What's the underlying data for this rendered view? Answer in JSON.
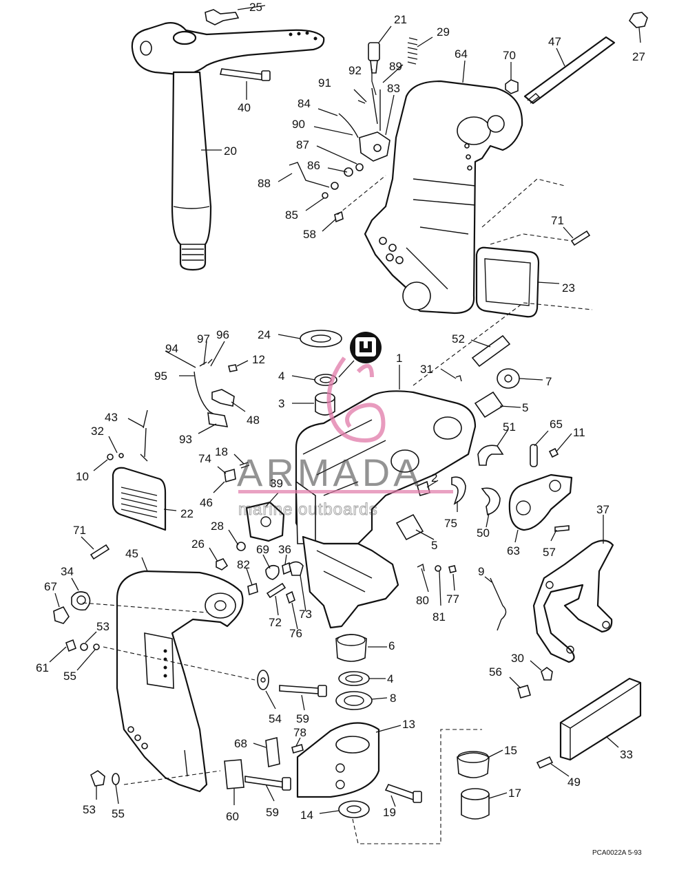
{
  "diagram": {
    "callouts": {
      "c1": "1",
      "c2": "2",
      "c3": "3",
      "c4a": "4",
      "c4b": "4",
      "c5a": "5",
      "c5b": "5",
      "c6": "6",
      "c7": "7",
      "c8": "8",
      "c9": "9",
      "c10": "10",
      "c11": "11",
      "c12": "12",
      "c13": "13",
      "c14": "14",
      "c15": "15",
      "c17": "17",
      "c18": "18",
      "c19": "19",
      "c20": "20",
      "c21": "21",
      "c22": "22",
      "c23": "23",
      "c24": "24",
      "c25": "25",
      "c26": "26",
      "c27": "27",
      "c28": "28",
      "c29": "29",
      "c30": "30",
      "c31": "31",
      "c32": "32",
      "c33": "33",
      "c34": "34",
      "c36": "36",
      "c37": "37",
      "c39": "39",
      "c40": "40",
      "c43": "43",
      "c45": "45",
      "c46": "46",
      "c47": "47",
      "c48": "48",
      "c49": "49",
      "c50": "50",
      "c51": "51",
      "c52": "52",
      "c53a": "53",
      "c53b": "53",
      "c54": "54",
      "c55a": "55",
      "c55b": "55",
      "c56": "56",
      "c57": "57",
      "c58": "58",
      "c59a": "59",
      "c59b": "59",
      "c60": "60",
      "c61": "61",
      "c63": "63",
      "c64": "64",
      "c65": "65",
      "c67": "67",
      "c68": "68",
      "c69": "69",
      "c70": "70",
      "c71a": "71",
      "c71b": "71",
      "c72": "72",
      "c73": "73",
      "c74": "74",
      "c75": "75",
      "c76": "76",
      "c77": "77",
      "c78": "78",
      "c80": "80",
      "c81": "81",
      "c82": "82",
      "c83": "83",
      "c84": "84",
      "c85": "85",
      "c86": "86",
      "c87": "87",
      "c88": "88",
      "c89": "89",
      "c90": "90",
      "c91": "91",
      "c92": "92",
      "c93": "93",
      "c94": "94",
      "c95": "95",
      "c96": "96",
      "c97": "97"
    },
    "drawing_code": "PCA0022A  5-93"
  },
  "watermark": {
    "brand": "ARMADA",
    "tagline": "marine outboards",
    "color": "#e07aa8"
  }
}
